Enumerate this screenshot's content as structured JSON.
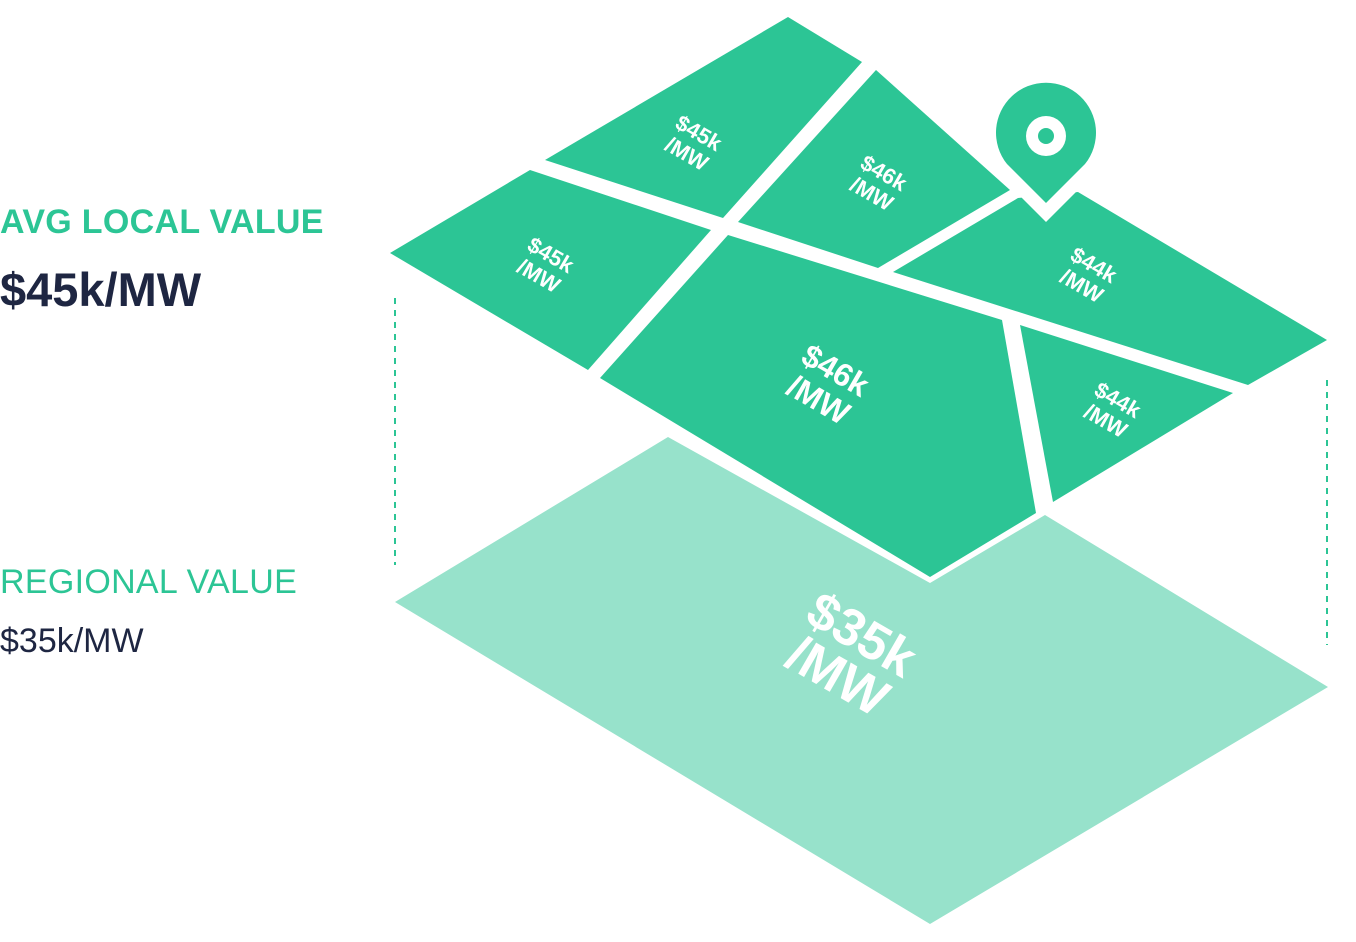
{
  "local": {
    "title": "AVG LOCAL VALUE",
    "value": "$45k/MW"
  },
  "regional": {
    "title": "REGIONAL VALUE",
    "value": "$35k/MW",
    "layer_value": "$35k",
    "layer_unit": "/MW"
  },
  "parcels": [
    {
      "value": "$45k",
      "unit": "/MW"
    },
    {
      "value": "$46k",
      "unit": "/MW"
    },
    {
      "value": "$45k",
      "unit": "/MW"
    },
    {
      "value": "$46k",
      "unit": "/MW"
    },
    {
      "value": "$44k",
      "unit": "/MW"
    },
    {
      "value": "$44k",
      "unit": "/MW"
    }
  ],
  "icons": {
    "pin": "map-pin-icon"
  },
  "colors": {
    "accent": "#2cc595",
    "regional_fill": "#97e2cb",
    "text_dark": "#1e2642"
  }
}
